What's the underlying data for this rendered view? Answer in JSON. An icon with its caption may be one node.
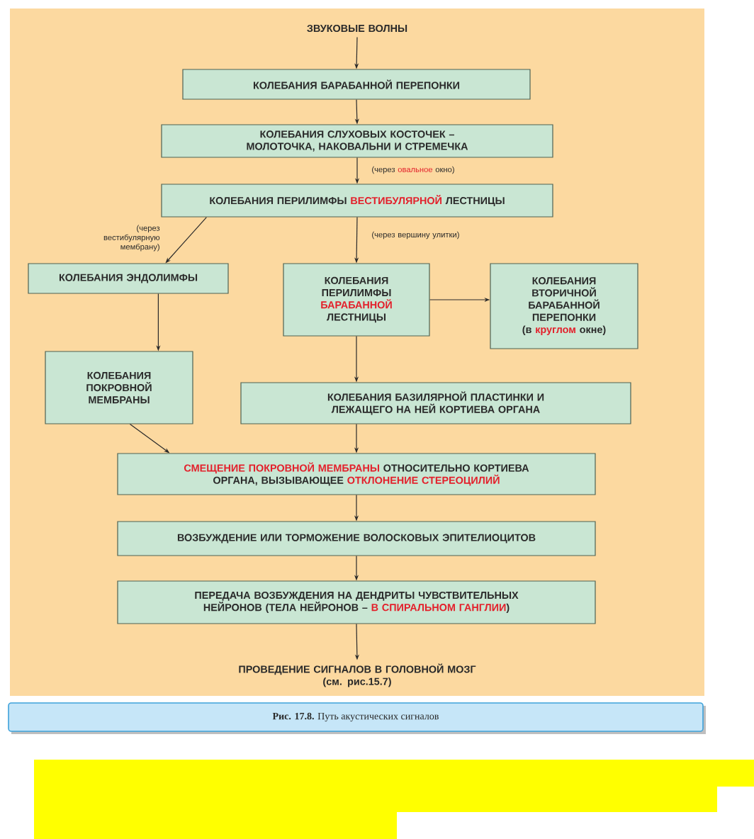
{
  "diagram": {
    "caption": "**Рис. 17.8.** Путь акустических сигналов",
    "nodes": [
      {
        "text": [
          "ЗВУКОВЫЕ ВОЛНЫ"
        ]
      },
      {
        "text": [
          "КОЛЕБАНИЯ  БАРАБАННОЙ ПЕРЕПОНКИ"
        ]
      },
      {
        "text": [
          "КОЛЕБАНИЯ СЛУХОВЫХ КОСТОЧЕК – МОЛОТОЧКА, НАКОВАЛЬНИ И СТРЕМЕЧКА"
        ]
      },
      {
        "text": [
          "КОЛЕБАНИЯ ПЕРИЛИМФЫ **ВЕСТИБУЛЯРНОЙ** ЛЕСТНИЦЫ"
        ]
      },
      {
        "text": [
          "КОЛЕБАНИЯ ЭНДОЛИМФЫ"
        ]
      },
      {
        "text": [
          "КОЛЕБАНИЯ ПЕРИЛИМФЫ **БАРАБАННОЙ** ЛЕСТНИЦЫ"
        ]
      },
      {
        "text": [
          "КОЛЕБАНИЯ ВТОРИЧНОЙ БАРАБАННОЙ ПЕРЕПОНКИ",
          "(в **круглом** окне)"
        ]
      },
      {
        "text": [
          "КОЛЕБАНИЯ ПОКРОВНОЙ МЕМБРАНЫ"
        ]
      },
      {
        "text": [
          "КОЛЕБАНИЯ БАЗИЛЯРНОЙ ПЛАСТИНКИ И ЛЕЖАЩЕГО НА НЕЙ КОРТИЕВА ОРГАНА"
        ]
      },
      {
        "text": [
          "**СМЕЩЕНИЕ ПОКРОВНОЙ МЕМБРАНЫ** ОТНОСИТЕЛЬНО КОРТИЕВА ОРГАНА, ВЫЗЫВАЮЩЕЕ **ОТКЛОНЕНИЕ СТЕРЕОЦИЛИЙ**"
        ]
      },
      {
        "text": [
          "ВОЗБУЖДЕНИЕ ИЛИ ТОРМОЖЕНИЕ ВОЛОСКОВЫХ ЭПИТЕЛИОЦИТОВ"
        ]
      },
      {
        "text": [
          "ПЕРЕДАЧА ВОЗБУЖДЕНИЯ НА ДЕНДРИТЫ ЧУВСТВИТЕЛЬНЫХ НЕЙРОНОВ (ТЕЛА НЕЙРОНОВ  –  **В СПИРАЛЬНОМ ГАНГЛИИ**)"
        ]
      },
      {
        "text": [
          "ПРОВЕДЕНИЕ СИГНАЛОВ В ГОЛОВНОЙ МОЗГ",
          "(см. рис.15.7)"
        ]
      }
    ],
    "edges": [
      {
        "from": 0,
        "to": 1,
        "arrow": "to"
      },
      {
        "from": 1,
        "to": 2,
        "arrow": "to"
      },
      {
        "from": 2,
        "to": 3,
        "arrow": "to",
        "label": "(через **овальное** окно)"
      },
      {
        "from": 3,
        "to": 4,
        "arrow": "to",
        "label": "(через вестибулярную мембрану)"
      },
      {
        "from": 3,
        "to": 5,
        "arrow": "to",
        "label": "(через вершину улитки)"
      },
      {
        "from": 5,
        "to": 6,
        "arrow": "to"
      },
      {
        "from": 4,
        "to": 7,
        "arrow": "to"
      },
      {
        "from": 5,
        "to": 8,
        "arrow": "to"
      },
      {
        "from": 7,
        "to": 9,
        "arrow": "to"
      },
      {
        "from": 8,
        "to": 9,
        "arrow": "to"
      },
      {
        "from": 9,
        "to": 10,
        "arrow": "to"
      },
      {
        "from": 10,
        "to": 11,
        "arrow": "to"
      },
      {
        "from": 11,
        "to": 12,
        "arrow": "to"
      }
    ]
  }
}
